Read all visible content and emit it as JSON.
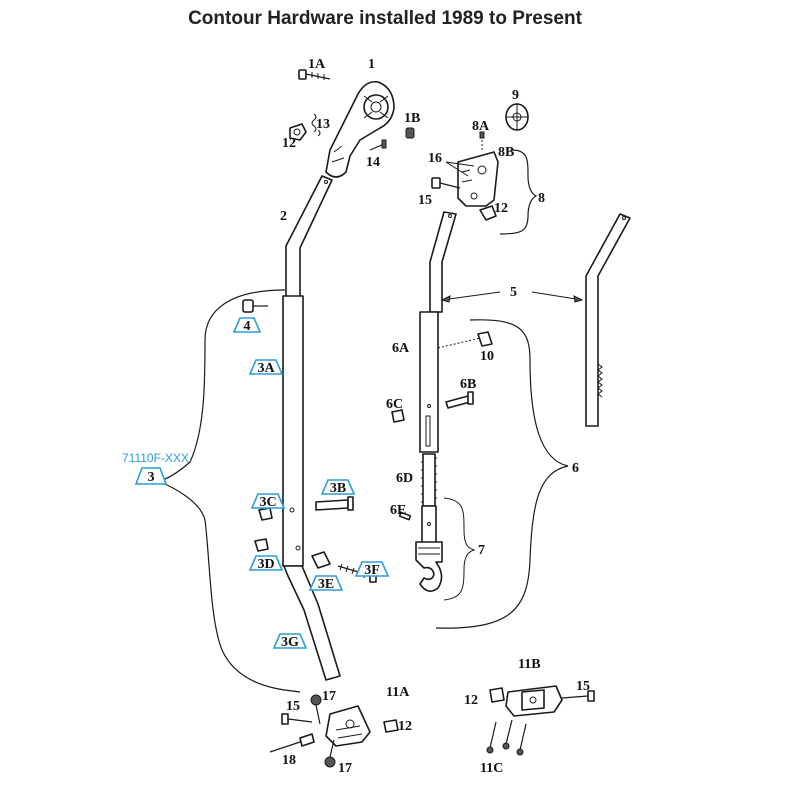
{
  "title": "Contour Hardware installed 1989 to Present",
  "part_number": "71110F-XXX",
  "colors": {
    "accent": "#2a9fd6",
    "line": "#1a1a1a",
    "text": "#111111"
  },
  "callouts": {
    "c1": "1",
    "c1A": "1A",
    "c1B": "1B",
    "c2": "2",
    "c5": "5",
    "c6": "6",
    "c6A": "6A",
    "c6B": "6B",
    "c6C": "6C",
    "c6D": "6D",
    "c6E": "6E",
    "c7": "7",
    "c8": "8",
    "c8A": "8A",
    "c8B": "8B",
    "c9": "9",
    "c10": "10",
    "c11A": "11A",
    "c11B": "11B",
    "c11C": "11C",
    "c12a": "12",
    "c12b": "12",
    "c12c": "12",
    "c12d": "12",
    "c13": "13",
    "c14": "14",
    "c15a": "15",
    "c15b": "15",
    "c15c": "15",
    "c16": "16",
    "c17a": "17",
    "c17b": "17",
    "c18": "18"
  },
  "badges": {
    "b3": "3",
    "b3A": "3A",
    "b3B": "3B",
    "b3C": "3C",
    "b3D": "3D",
    "b3E": "3E",
    "b3F": "3F",
    "b3G": "3G",
    "b4": "4"
  }
}
